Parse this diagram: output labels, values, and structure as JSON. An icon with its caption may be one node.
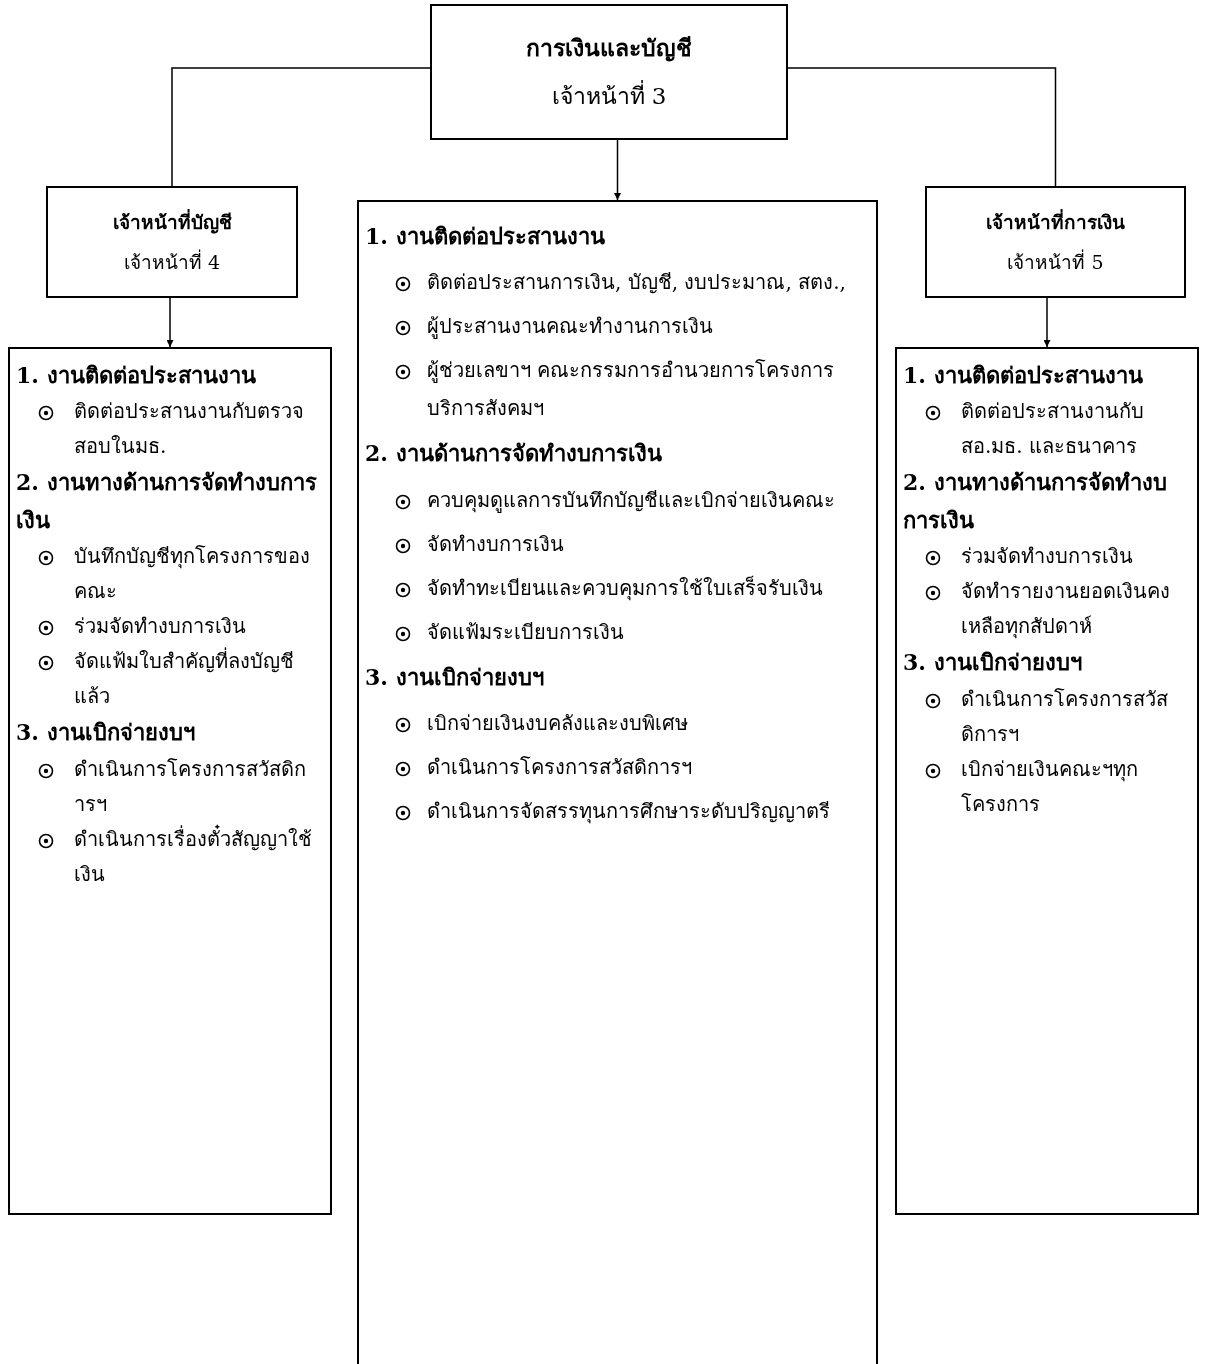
{
  "diagram": {
    "nodes": [
      {
        "text": [
          "การเงินและบัญชี",
          "เจ้าหน้าที่ 3"
        ]
      },
      {
        "text": [
          "เจ้าหน้าที่บัญชี",
          "เจ้าหน้าที่ 4"
        ]
      },
      {
        "text": [
          "1. งานติดต่อประสานงาน",
          "ติดต่อประสานการเงิน, บัญชี, งบประมาณ, สตง.,",
          "ผู้ประสานงานคณะทำงานการเงิน",
          "ผู้ช่วยเลขาฯ คณะกรรมการอำนวยการโครงการบริการสังคมฯ",
          "2. งานด้านการจัดทำงบการเงิน",
          "ควบคุมดูแลการบันทึกบัญชีและเบิกจ่ายเงินคณะ",
          "จัดทำงบการเงิน",
          "จัดทำทะเบียนและควบคุมการใช้ใบเสร็จรับเงิน",
          "จัดแฟ้มระเบียบการเงิน",
          "3. งานเบิกจ่ายงบฯ",
          "เบิกจ่ายเงินงบคลังและงบพิเศษ",
          "ดำเนินการโครงการสวัสดิการฯ",
          "ดำเนินการจัดสรรทุนการศึกษาระดับปริญญาตรี"
        ]
      },
      {
        "text": [
          "เจ้าหน้าที่การเงิน",
          "เจ้าหน้าที่ 5"
        ]
      },
      {
        "text": [
          "1. งานติดต่อประสานงาน",
          "ติดต่อประสานงานกับตรวจสอบในมธ.",
          "2. งานทางด้านการจัดทำงบการเงิน",
          "บันทึกบัญชีทุกโครงการของคณะ",
          "ร่วมจัดทำงบการเงิน",
          "จัดแฟ้มใบสำคัญที่ลงบัญชีแล้ว",
          "3. งานเบิกจ่ายงบฯ",
          "ดำเนินการโครงการสวัสดิการฯ",
          "ดำเนินการเรื่องตั๋วสัญญาใช้เงิน"
        ]
      },
      {
        "text": [
          "1. งานติดต่อประสานงาน",
          "ติดต่อประสานงานกับสอ.มธ. และธนาคาร",
          "2. งานทางด้านการจัดทำงบการเงิน",
          "ร่วมจัดทำงบการเงิน",
          "จัดทำรายงานยอดเงินคงเหลือทุกสัปดาห์",
          "3. งานเบิกจ่ายงบฯ",
          "ดำเนินการโครงการสวัสดิการฯ",
          "เบิกจ่ายเงินคณะฯทุกโครงการ"
        ]
      }
    ],
    "edges": [
      {
        "from": 0,
        "to": 1,
        "arrow": "none"
      },
      {
        "from": 0,
        "to": 2,
        "arrow": "to"
      },
      {
        "from": 0,
        "to": 3,
        "arrow": "none"
      },
      {
        "from": 1,
        "to": 4,
        "arrow": "to"
      },
      {
        "from": 3,
        "to": 5,
        "arrow": "to"
      }
    ]
  }
}
